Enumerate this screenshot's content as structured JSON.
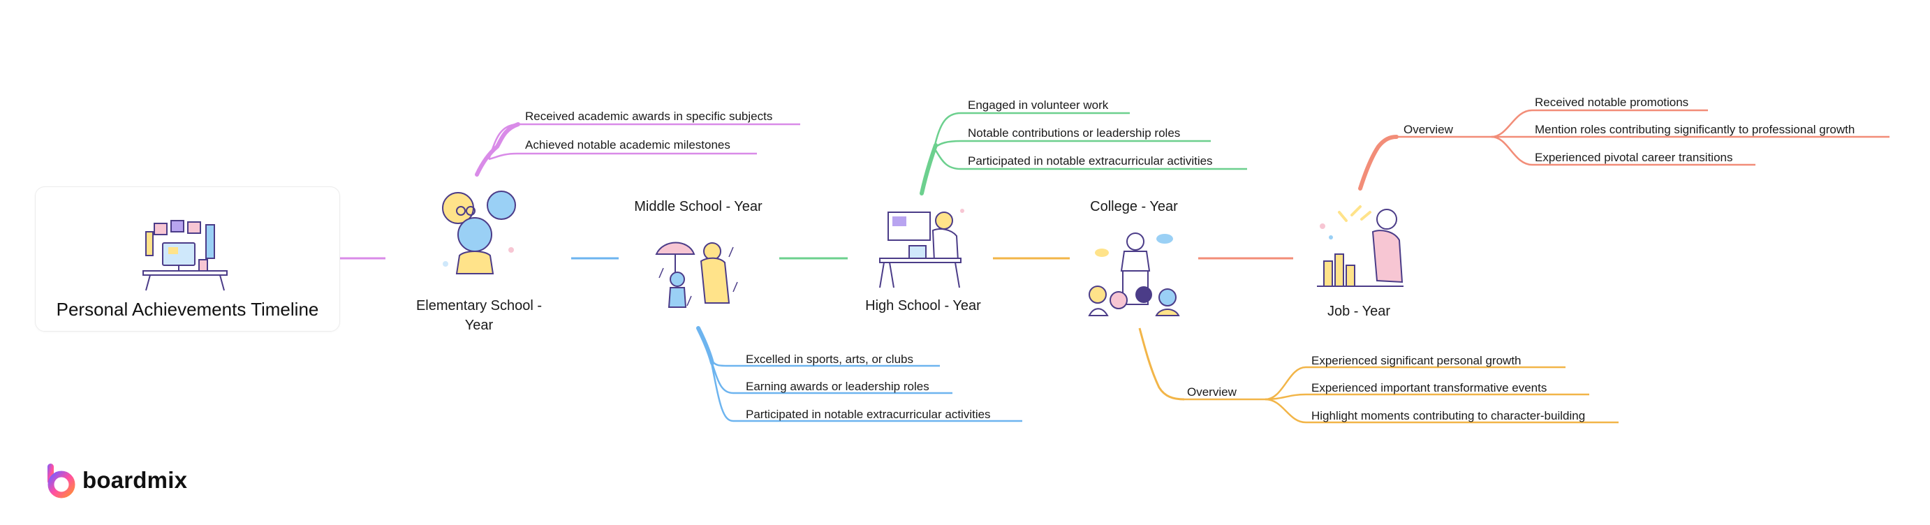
{
  "root": {
    "title": "Personal Achievements Timeline"
  },
  "colors": {
    "elementary": "#d98be8",
    "middle": "#6db4ef",
    "high": "#6cd08e",
    "college": "#f2b548",
    "job": "#f28d78",
    "ink": "#4b3c88"
  },
  "stages": [
    {
      "id": "elementary",
      "label_line1": "Elementary School -",
      "label_line2": "Year",
      "items": [
        "Received academic awards in specific subjects",
        "Achieved notable academic milestones"
      ]
    },
    {
      "id": "middle",
      "label": "Middle School - Year",
      "items": [
        "Excelled in sports, arts, or clubs",
        "Earning awards or leadership roles",
        "Participated in notable extracurricular activities"
      ]
    },
    {
      "id": "high",
      "label": "High School - Year",
      "items": [
        "Engaged in volunteer work",
        "Notable contributions or leadership roles",
        "Participated in notable extracurricular activities"
      ]
    },
    {
      "id": "college",
      "label": "College - Year",
      "sub_label": "Overview",
      "items": [
        "Experienced significant personal growth",
        "Experienced important transformative events",
        "Highlight moments contributing to character-building"
      ]
    },
    {
      "id": "job",
      "label": "Job - Year",
      "sub_label": "Overview",
      "items": [
        "Received notable promotions",
        "Mention roles contributing significantly to professional growth",
        "Experienced pivotal career transitions"
      ]
    }
  ],
  "brand": {
    "name": "boardmix",
    "icon": "boardmix-logo-icon"
  },
  "icons": {
    "root": "desk-workspace-illustration",
    "elementary": "children-playing-illustration",
    "middle": "rain-umbrella-illustration",
    "high": "desk-study-illustration",
    "college": "graduation-speech-illustration",
    "job": "coin-growth-illustration"
  }
}
